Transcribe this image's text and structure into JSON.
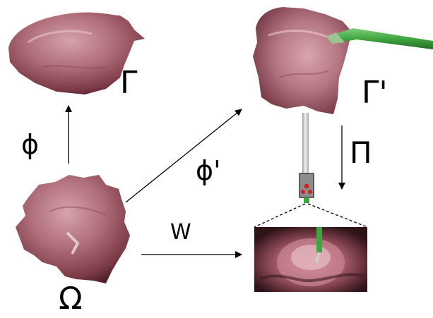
{
  "labels": {
    "gamma": "Γ",
    "gamma_prime": "Γ'",
    "phi": "ϕ",
    "phi_prime": "ϕ'",
    "pi": "Π",
    "w": "W",
    "omega": "Ω"
  },
  "colors": {
    "tissue_light": "#c9919a",
    "tissue_mid": "#a8626f",
    "tissue_dark": "#5e2a33",
    "instrument_green": "#3fa63f",
    "camera_rod": "#d4d4d4",
    "camera_body": "#8d8d8d",
    "camera_led": "#d32020"
  }
}
